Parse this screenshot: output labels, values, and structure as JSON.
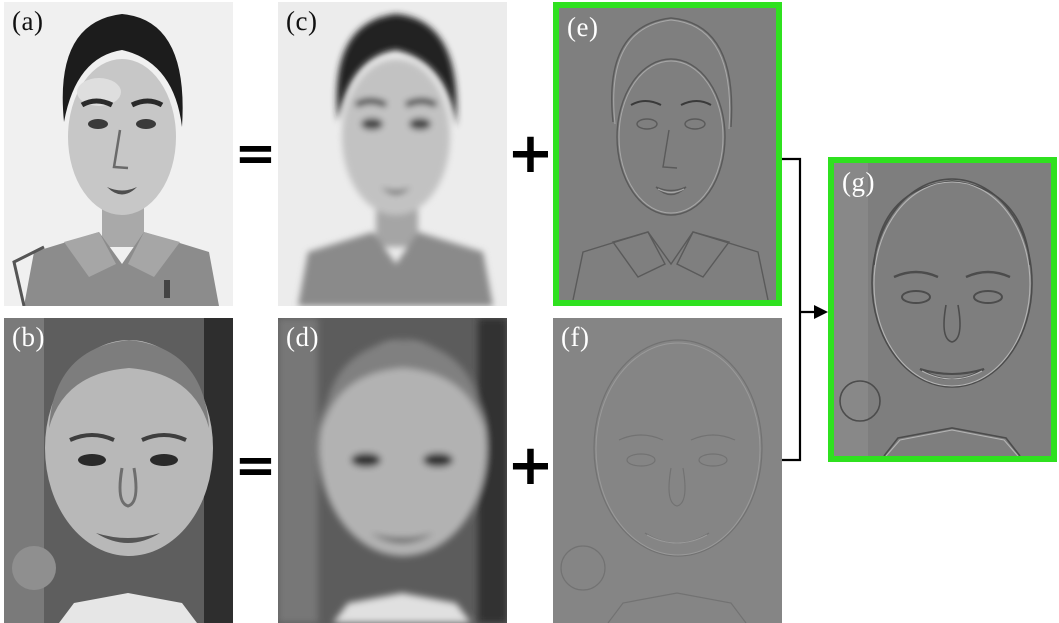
{
  "panels": {
    "a": {
      "label": "(a)",
      "subject": "watercolor portrait of a woman with dark swept-back hair and collared shirt"
    },
    "b": {
      "label": "(b)",
      "subject": "photograph of a smiling woman with a shaved head"
    },
    "c": {
      "label": "(c)",
      "subject": "low-pass filtered watercolor portrait"
    },
    "d": {
      "label": "(d)",
      "subject": "low-pass filtered photograph"
    },
    "e": {
      "label": "(e)",
      "subject": "high-pass filtered watercolor portrait"
    },
    "f": {
      "label": "(f)",
      "subject": "high-pass filtered photograph"
    },
    "g": {
      "label": "(g)",
      "subject": "hybrid high-frequency result of the smiling woman"
    }
  },
  "operators": {
    "equals_top": "=",
    "equals_bottom": "=",
    "plus_top": "+",
    "plus_bottom": "+"
  },
  "colors": {
    "highlight": "#2fe11f",
    "gray_background": "#808080",
    "connector": "#000000"
  }
}
